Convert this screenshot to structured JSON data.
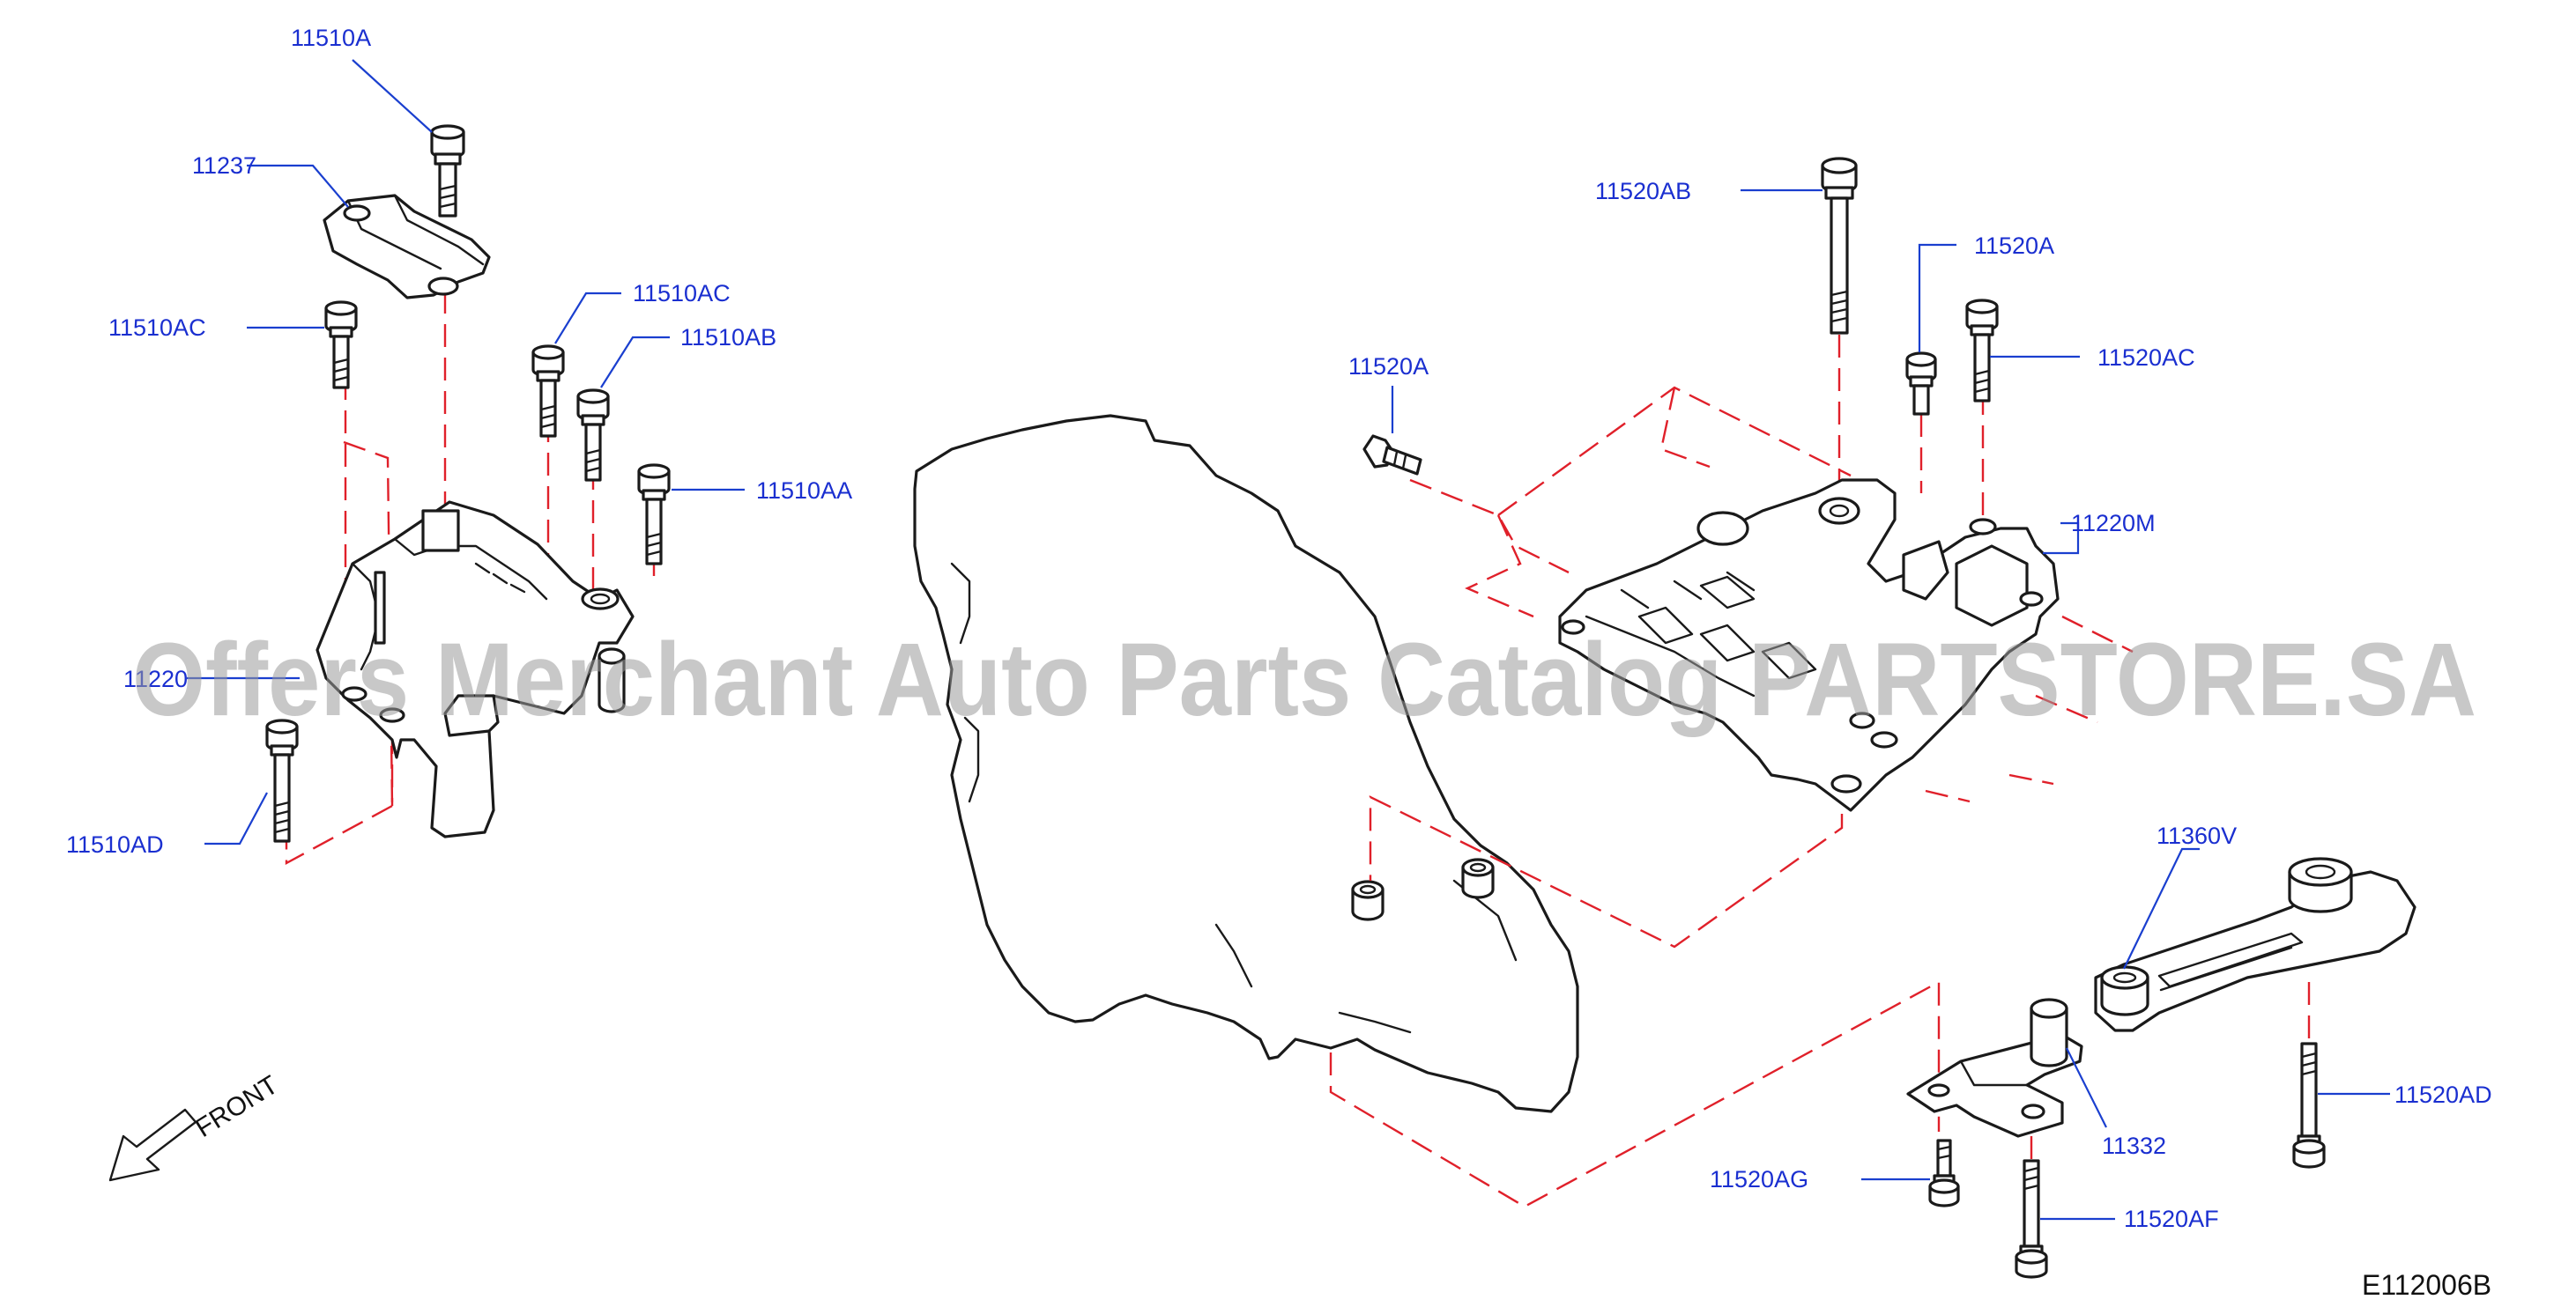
{
  "callouts": [
    {
      "id": "c1",
      "text": "11510A"
    },
    {
      "id": "c2",
      "text": "11237"
    },
    {
      "id": "c3",
      "text": "11510AC"
    },
    {
      "id": "c4",
      "text": "11510AC"
    },
    {
      "id": "c5",
      "text": "11510AB"
    },
    {
      "id": "c6",
      "text": "11510AA"
    },
    {
      "id": "c7",
      "text": "11220"
    },
    {
      "id": "c8",
      "text": "11510AD"
    },
    {
      "id": "c9",
      "text": "11520AB"
    },
    {
      "id": "c10",
      "text": "11520A"
    },
    {
      "id": "c11",
      "text": "11520A"
    },
    {
      "id": "c12",
      "text": "11520AC"
    },
    {
      "id": "c13",
      "text": "11220M"
    },
    {
      "id": "c14",
      "text": "11360V"
    },
    {
      "id": "c15",
      "text": "11332"
    },
    {
      "id": "c16",
      "text": "11520AD"
    },
    {
      "id": "c17",
      "text": "11520AG"
    },
    {
      "id": "c18",
      "text": "11520AF"
    }
  ],
  "front_label": "FRONT",
  "diagram_code": "E112006B",
  "watermark": "Offers Merchant Auto Parts Catalog PARTSTORE.SA",
  "colors": {
    "callout": "#1a2fd0",
    "centerline": "#e0202a",
    "outline": "#1a1a1a",
    "watermark": "#9a9a9a"
  }
}
